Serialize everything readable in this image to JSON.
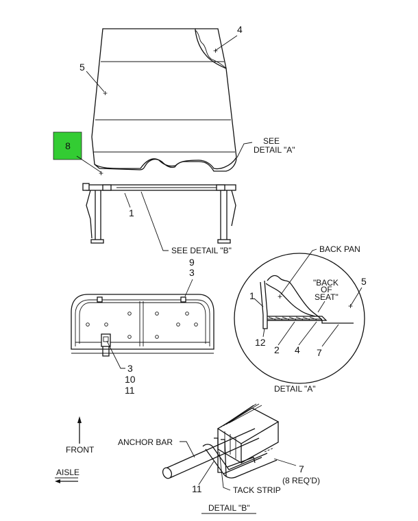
{
  "callouts": {
    "main_4": "4",
    "main_5": "5",
    "main_8": "8",
    "main_1": "1",
    "see_detail_a_1": "SEE",
    "see_detail_a_2": "DETAIL \"A\"",
    "see_detail_b": "SEE DETAIL \"B\"",
    "bottom_9": "9",
    "bottom_3a": "3",
    "bottom_3b": "3",
    "bottom_10": "10",
    "bottom_11": "11",
    "detail_a_back_pan": "BACK PAN",
    "detail_a_back": "\"BACK",
    "detail_a_of": "OF",
    "detail_a_seat": "SEAT\"",
    "detail_a_5": "5",
    "detail_a_1": "1",
    "detail_a_12": "12",
    "detail_a_2": "2",
    "detail_a_4": "4",
    "detail_a_7": "7",
    "detail_a_caption": "DETAIL \"A\"",
    "detail_b_anchor_bar": "ANCHOR BAR",
    "detail_b_11": "11",
    "detail_b_tack_strip": "TACK STRIP",
    "detail_b_7": "7",
    "detail_b_req": "(8 REQ'D)",
    "detail_b_caption": "DETAIL \"B\"",
    "front": "FRONT",
    "aisle": "AISLE"
  },
  "colors": {
    "highlight": "#33cc33",
    "line": "#111111",
    "background": "#ffffff"
  }
}
